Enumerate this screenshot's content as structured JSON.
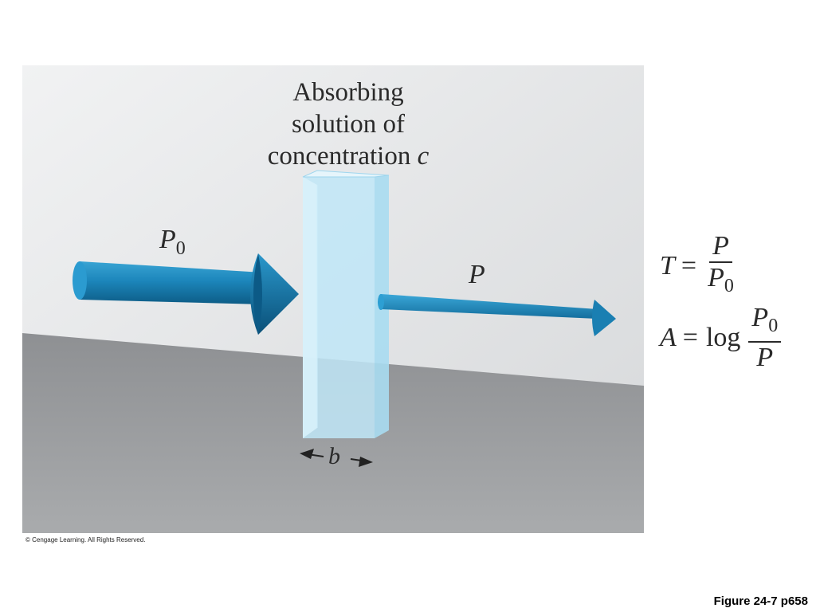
{
  "diagram": {
    "absorber_label_line1": "Absorbing",
    "absorber_label_line2": "solution of",
    "absorber_label_line3": "concentration",
    "absorber_label_var": "c",
    "incident_symbol": "P",
    "incident_subscript": "0",
    "transmitted_symbol": "P",
    "path_length_symbol": "b"
  },
  "equations": {
    "transmittance": {
      "lhs": "T",
      "equals": "=",
      "numerator": "P",
      "denominator_symbol": "P",
      "denominator_subscript": "0"
    },
    "absorbance": {
      "lhs": "A",
      "equals": "=",
      "func": "log",
      "numerator_symbol": "P",
      "numerator_subscript": "0",
      "denominator": "P"
    }
  },
  "copyright": "© Cengage Learning. All Rights Reserved.",
  "caption": "Figure 24-7 p658",
  "colors": {
    "arrow": "#1a85b8",
    "wall": "#e2e4e5",
    "floor": "#a3a5a7",
    "cuvette": "#bfe6f7"
  }
}
